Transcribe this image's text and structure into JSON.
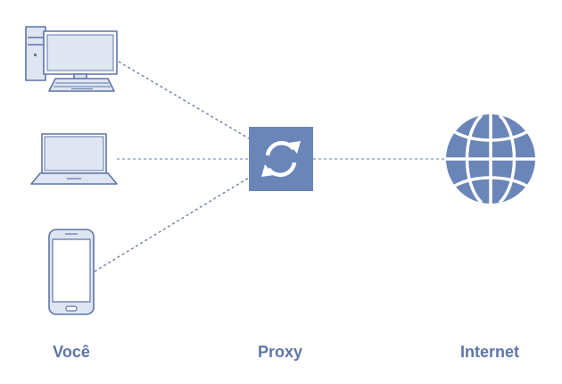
{
  "labels": {
    "you": "Você",
    "proxy": "Proxy",
    "internet": "Internet"
  },
  "colors": {
    "accent": "#6a85b7",
    "stroke": "#5d75a8",
    "fill_light": "#dfe6f2",
    "line": "#6d7fa3",
    "line_horizontal": "#8fa8cc"
  },
  "icons": [
    "desktop-computer-icon",
    "laptop-icon",
    "smartphone-icon",
    "proxy-sync-icon",
    "globe-icon"
  ]
}
